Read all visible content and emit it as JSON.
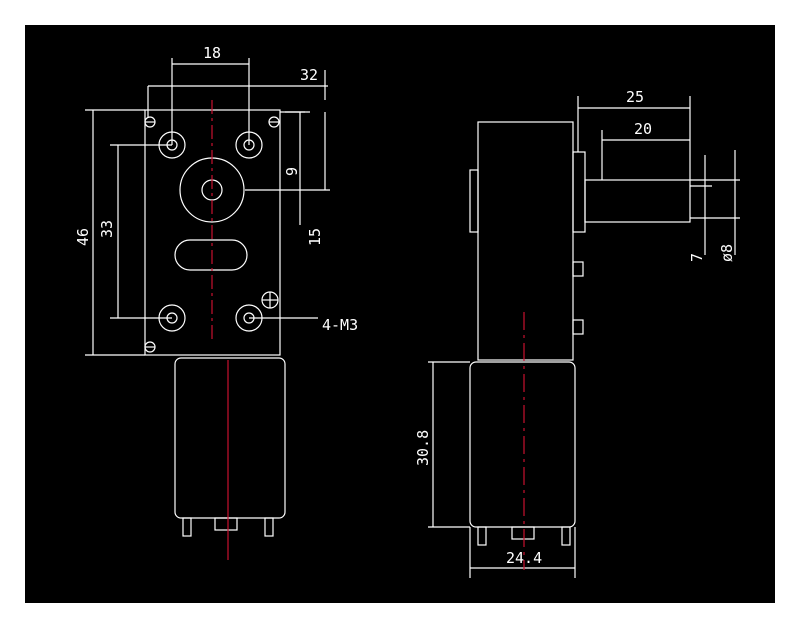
{
  "colors": {
    "frame": "#ffffff",
    "background": "#000000",
    "line": "#ffffff",
    "centerline": "#c8102e"
  },
  "dimensions": {
    "front_hole_spacing_top": "18",
    "front_top_offset": "32",
    "front_shaft_offset": "9",
    "front_side_offset": "15",
    "front_height_outer": "46",
    "front_height_inner": "33",
    "front_screw_label": "4-M3",
    "side_shaft_length": "25",
    "side_shaft_length_inner": "20",
    "side_flat": "7",
    "side_shaft_dia": "ø8",
    "motor_length": "30.8",
    "motor_width": "24.4"
  }
}
